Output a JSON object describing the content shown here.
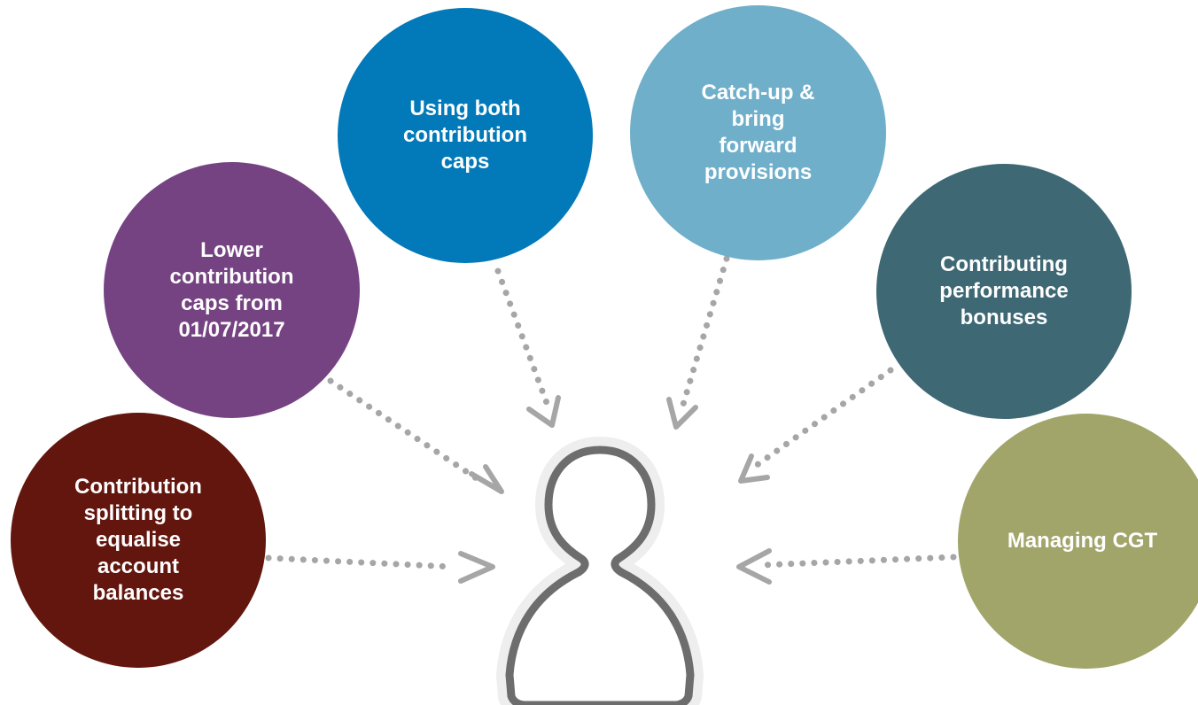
{
  "bubbles": {
    "contribution_splitting": {
      "label": "Contribution\nsplitting to\nequalise\naccount\nbalances",
      "color": "#62160e"
    },
    "lower_caps": {
      "label": "Lower\ncontribution\ncaps from\n01/07/2017",
      "color": "#754382"
    },
    "both_caps": {
      "label": "Using both\ncontribution\ncaps",
      "color": "#0279b8"
    },
    "catch_up": {
      "label": "Catch-up &\nbring\nforward\nprovisions",
      "color": "#6fafca"
    },
    "performance_bonuses": {
      "label": "Contributing\nperformance\nbonuses",
      "color": "#3d6874"
    },
    "managing_cgt": {
      "label": "Managing CGT",
      "color": "#a1a56a"
    }
  },
  "connector_color": "#a6a6a6",
  "person_icon": {
    "name": "person-icon",
    "stroke_color": "#6d6d6d"
  }
}
